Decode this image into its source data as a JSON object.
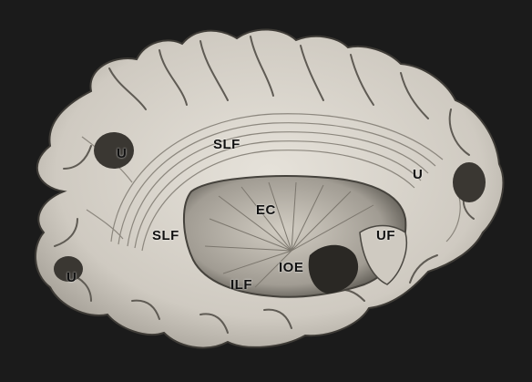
{
  "labels": {
    "u_upper_left": "U",
    "slf_top": "SLF",
    "u_right": "U",
    "ec": "EC",
    "slf_left": "SLF",
    "uf": "UF",
    "ioe": "IOE",
    "u_lower_left": "U",
    "ilf": "ILF"
  },
  "colors": {
    "background": "#1b1b1b",
    "tissue": "#d8d4cc",
    "fiber_shadow": "#6a665f",
    "label_text": "#111111"
  }
}
